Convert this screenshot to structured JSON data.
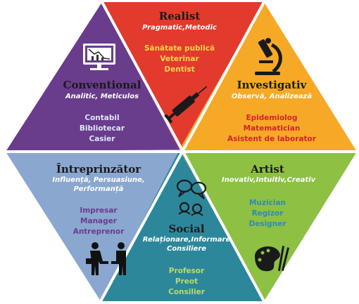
{
  "colors": {
    "realist": "#e23a2c",
    "investigativ": "#f6a927",
    "artist": "#8dc043",
    "social": "#2d879b",
    "antreprenor": "#8aa7cf",
    "conventional": "#6a3c8c",
    "divider": "#ffffff",
    "sub_yellow": "#ffe76a",
    "sub_white": "#ffffff",
    "job_yellow": "#ffd64a",
    "job_blue": "#dce6fa",
    "job_red": "#d6232a",
    "job_teal": "#2e8cb3",
    "job_purple": "#6b3b8f",
    "job_green": "#b8dc6a"
  },
  "sections": {
    "realist": {
      "title": "Realist",
      "subtitle": "Pragmatic,Metodic",
      "jobs": [
        "Sănătate publică",
        "Veterinar",
        "Dentist"
      ],
      "icon": "syringe-icon"
    },
    "investigativ": {
      "title": "Investigativ",
      "subtitle": "Observă, Analizează",
      "jobs": [
        "Epidemiolog",
        "Matematician",
        "Asistent de laborator"
      ],
      "icon": "microscope-icon"
    },
    "artist": {
      "title": "Artist",
      "subtitle": "Inovativ,Intuitiv,Creativ",
      "jobs": [
        "Muzician",
        "Regizor",
        "Designer"
      ],
      "icon": "palette-icon"
    },
    "social": {
      "title": "Social",
      "subtitle_1": "Relaționare,Informare",
      "subtitle_2": "Consiliere",
      "jobs": [
        "Profesor",
        "Preot",
        "Consilier"
      ],
      "icon": "speech-bubbles-icon"
    },
    "antreprenor": {
      "title": "Întreprinzător",
      "subtitle_1": "Influență, Persuasiune,",
      "subtitle_2": "Performanță",
      "jobs": [
        "Impresar",
        "Manager",
        "Antreprenor"
      ],
      "icon": "handshake-icon"
    },
    "conventional": {
      "title": "Conventional",
      "subtitle": "Analitic, Meticulos",
      "jobs": [
        "Contabil",
        "Bibliotecar",
        "Casier"
      ],
      "icon": "monitor-chart-icon"
    }
  }
}
